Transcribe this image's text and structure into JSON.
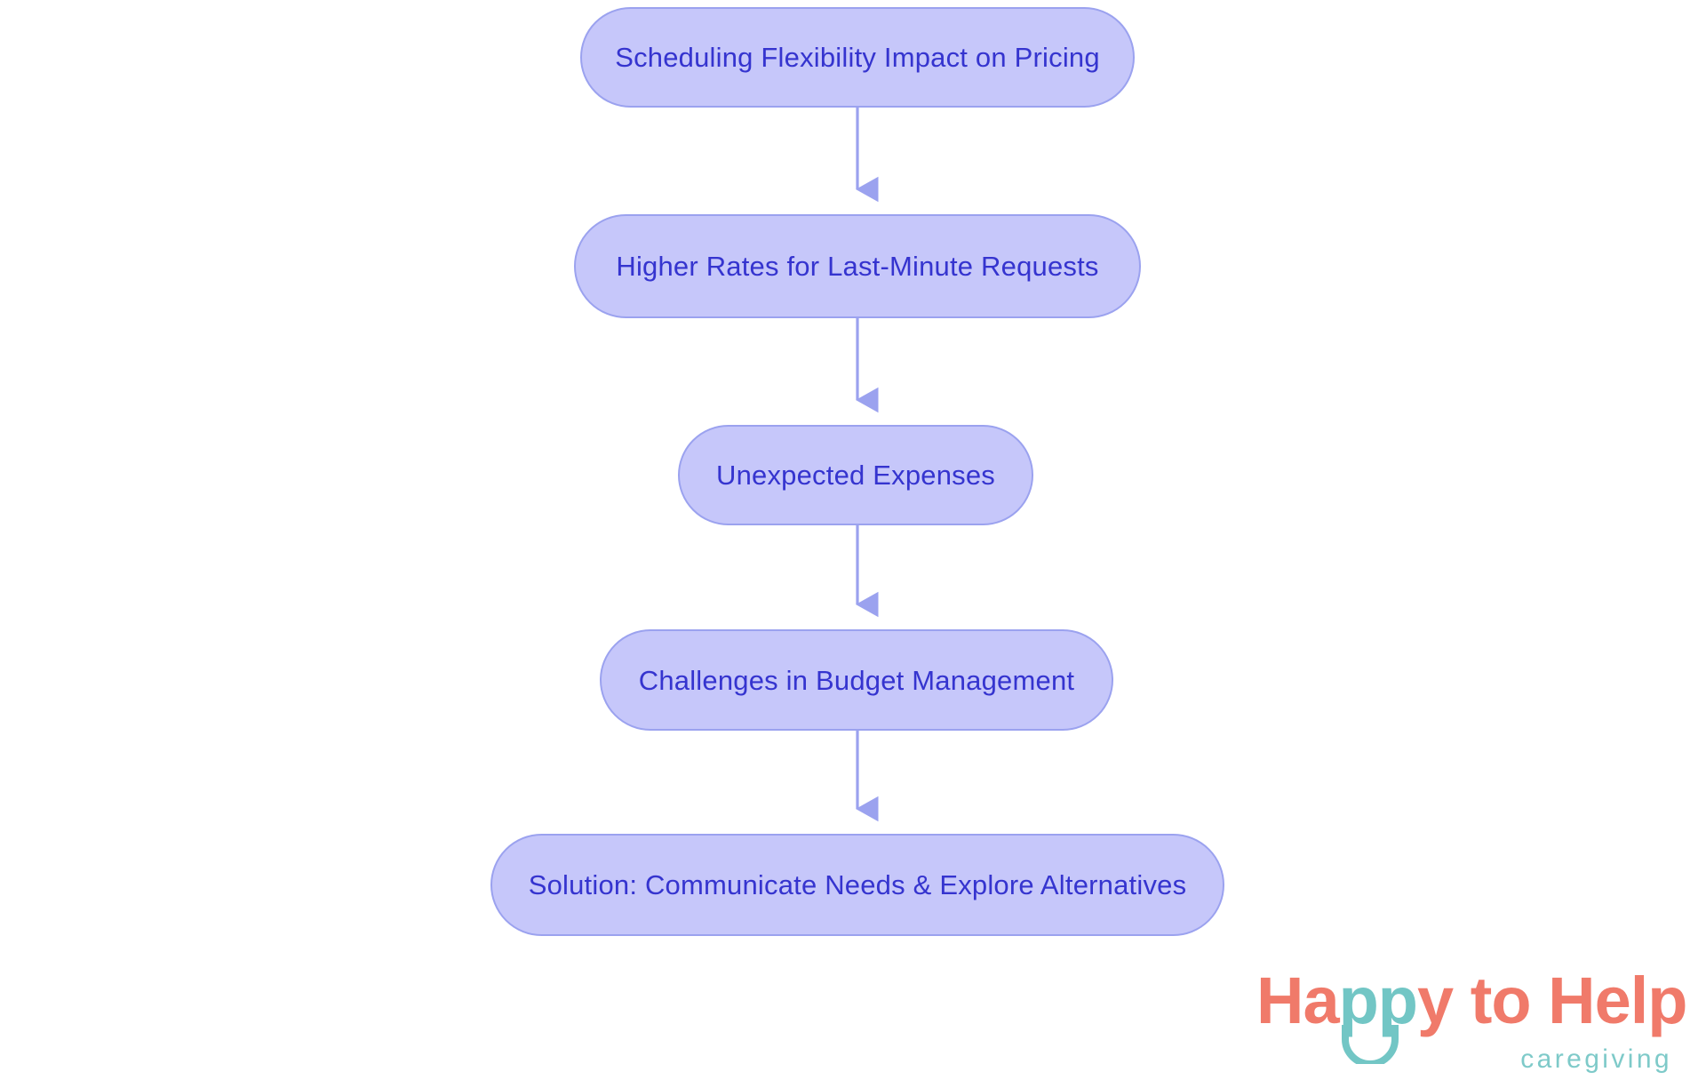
{
  "diagram": {
    "type": "flowchart",
    "orientation": "vertical-top-down",
    "title": "Scheduling Flexibility Impact on Pricing",
    "node_fill_color": "#C6C7FA",
    "node_border_color": "#9BA2EF",
    "node_text_color": "#3534CF",
    "connector_color": "#9BA2EF",
    "background_color": "#FFFFFF",
    "nodes": [
      {
        "id": "n0",
        "label": "Scheduling Flexibility Impact on Pricing"
      },
      {
        "id": "n1",
        "label": "Higher Rates for Last-Minute Requests"
      },
      {
        "id": "n2",
        "label": "Unexpected Expenses"
      },
      {
        "id": "n3",
        "label": "Challenges in Budget Management"
      },
      {
        "id": "n4",
        "label": "Solution: Communicate Needs & Explore Alternatives"
      }
    ],
    "edges": [
      {
        "from": "n0",
        "to": "n1",
        "label": ""
      },
      {
        "from": "n1",
        "to": "n2",
        "label": ""
      },
      {
        "from": "n2",
        "to": "n3",
        "label": ""
      },
      {
        "from": "n3",
        "to": "n4",
        "label": ""
      }
    ]
  },
  "logo": {
    "word_1": "Ha",
    "word_2": "pp",
    "word_3": "y to Help",
    "tagline": "caregiving",
    "coral_color": "#F07A6A",
    "teal_color": "#72C6C5"
  }
}
